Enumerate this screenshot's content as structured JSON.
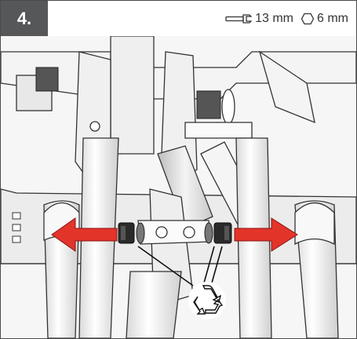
{
  "step": {
    "number": "4."
  },
  "tools": [
    {
      "icon": "wrench-icon",
      "label": "13 mm"
    },
    {
      "icon": "hex-key-icon",
      "label": "6 mm"
    }
  ],
  "colors": {
    "badge": "#555759",
    "arrow": "#e3342a",
    "line": "#222222",
    "part_fill": "#f2f2f2"
  },
  "illustration": {
    "subject": "seat-bracket-disassembly",
    "arrows": [
      "left",
      "right"
    ],
    "recycle_symbol": true
  }
}
